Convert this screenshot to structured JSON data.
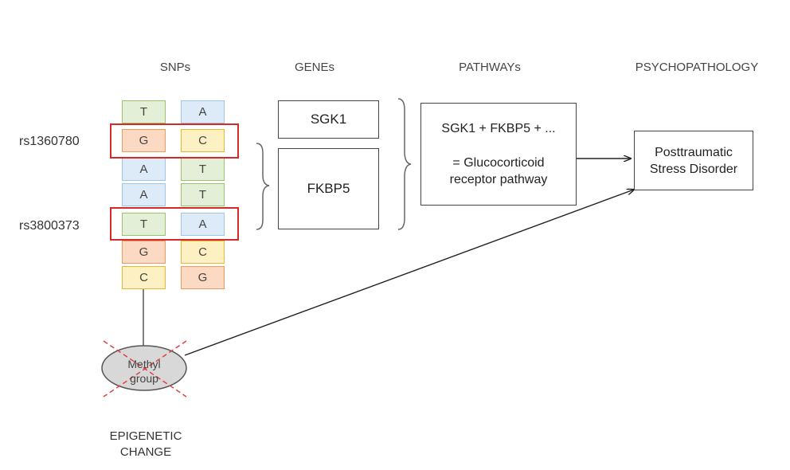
{
  "headers": {
    "snps": "SNPs",
    "genes": "GENEs",
    "pathways": "PATHWAYs",
    "psychopathology": "PSYCHOPATHOLOGY"
  },
  "snp_labels": [
    "rs1360780",
    "rs3800373"
  ],
  "strand_left": [
    "T",
    "G",
    "A",
    "A",
    "T",
    "G",
    "C"
  ],
  "strand_right": [
    "A",
    "C",
    "T",
    "T",
    "A",
    "C",
    "G"
  ],
  "base_colors": {
    "T": {
      "fill": "#e3efd6",
      "border": "#9bc46a"
    },
    "A": {
      "fill": "#dcebf7",
      "border": "#9dc6e8"
    },
    "G": {
      "fill": "#fbd9c3",
      "border": "#ef9a5c"
    },
    "C": {
      "fill": "#fdf0c2",
      "border": "#e8b930"
    },
    "highlight": "#d42a2a"
  },
  "genes": [
    "SGK1",
    "FKBP5"
  ],
  "pathway": {
    "line1": "SGK1 + FKBP5 + ...",
    "line2": "= Glucocorticoid",
    "line3": "receptor pathway"
  },
  "outcome": {
    "line1": "Posttraumatic",
    "line2": "Stress Disorder"
  },
  "methyl": {
    "line1": "Methyl",
    "line2": "group"
  },
  "epigenetic": {
    "line1": "EPIGENETIC",
    "line2": "CHANGE"
  }
}
